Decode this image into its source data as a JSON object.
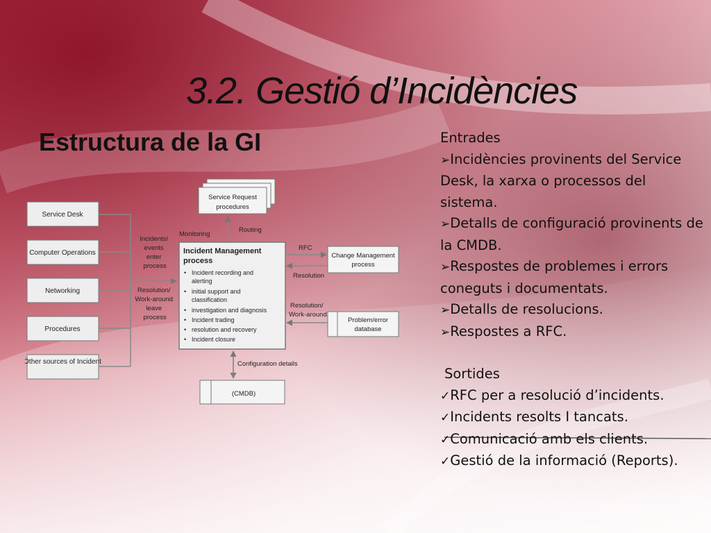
{
  "slide": {
    "title": "3.2. Gestió d’Incidències",
    "subtitle": "Estructura de la GI"
  },
  "diagram": {
    "sources": [
      "Service Desk",
      "Computer Operations",
      "Networking",
      "Procedures",
      "Other sources of Incident"
    ],
    "service_request": [
      "Service Request",
      "procedures"
    ],
    "im_title": [
      "Incident Management",
      "process"
    ],
    "im_items": [
      "Incident recording and alerting",
      "initial support and classification",
      "investigation and diagnosis",
      "Incident trading",
      "resolution and recovery",
      "Incident closure"
    ],
    "change_mgmt": [
      "Change Management",
      "process"
    ],
    "problem_db": [
      "Problem/error",
      "database"
    ],
    "cmdb": "(CMDB)",
    "labels": {
      "incidents_enter": [
        "Incidents/",
        "events",
        "enter",
        "process"
      ],
      "resolution_leave": [
        "Resolution/",
        "Work-around",
        "leave",
        "process"
      ],
      "monitoring": "Monitoring",
      "routing": "Routing",
      "rfc": "RFC",
      "resolution": "Resolution",
      "resolution_workaround": [
        "Resolution/",
        "Work-around"
      ],
      "configuration_details": "Configuration details"
    }
  },
  "right_panel": {
    "inputs_heading": "Entrades",
    "inputs": [
      "Incidències provinents del Service Desk, la xarxa o processos del sistema.",
      "Detalls de configuració provinents de la CMDB.",
      "Respostes de problemes i errors coneguts i documentats.",
      "Detalls de resolucions.",
      "Respostes a RFC."
    ],
    "outputs_heading": "Sortides",
    "outputs": [
      "RFC per a resolució d’incidents.",
      "Incidents resolts I tancats.",
      "Comunicació amb els clients.",
      "Gestió de la informació (Reports)."
    ],
    "input_marker_icon": "arrow-bullet-icon",
    "output_marker_icon": "checkmark-icon"
  },
  "colors": {
    "accent_red": "#9e1c33",
    "background_light": "#f6e4e6"
  }
}
